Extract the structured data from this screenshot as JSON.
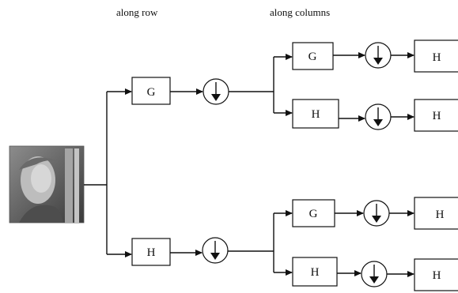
{
  "headers": {
    "row": "along row",
    "columns": "along columns"
  },
  "input_image": {
    "description_icon": "grayscale-portrait-image"
  },
  "stage1": {
    "top_filter": "G",
    "bottom_filter": "H"
  },
  "stage2": {
    "top_top_filter": "G",
    "top_bottom_filter": "H",
    "bottom_top_filter": "G",
    "bottom_bottom_filter": "H"
  },
  "outputs": {
    "o1": "H",
    "o2": "H",
    "o3": "H",
    "o4": "H"
  }
}
